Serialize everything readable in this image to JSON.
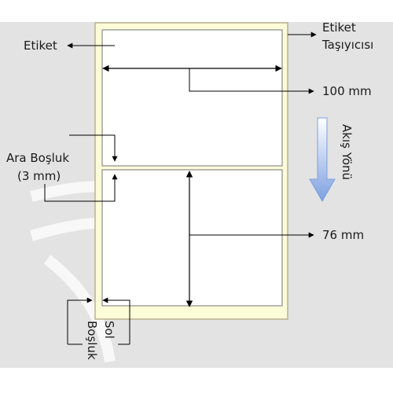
{
  "labels": {
    "label": "Etiket",
    "carrier_line1": "Etiket",
    "carrier_line2": "Taşıyıcısı",
    "width_value": "100 mm",
    "gap_line1": "Ara Boşluk",
    "gap_line2": "(3 mm)",
    "height_value": "76 mm",
    "direction_label": "Akış Yönü",
    "left_margin_line1": "Sol",
    "left_margin_line2": "Boşluk"
  },
  "colors": {
    "background_band": "#e3e3e3",
    "carrier_fill": "#fdfcd8",
    "carrier_border": "#b9b290",
    "label_fill": "#ffffff",
    "label_border": "#8c8c8c",
    "direction_arrow": "#7d9fe0"
  }
}
